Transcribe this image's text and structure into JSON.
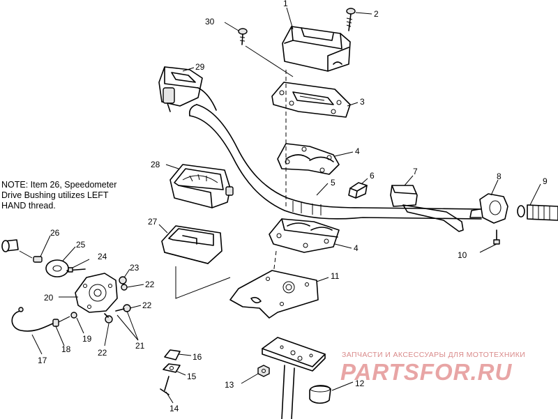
{
  "note": {
    "lines": [
      "NOTE: Item 26, Speedometer",
      "Drive Bushing utilizes LEFT",
      "HAND thread."
    ]
  },
  "watermark": {
    "tagline": "ЗАПЧАСТИ И АКСЕССУАРЫ ДЛЯ МОТОТЕХНИКИ",
    "brand": "PARTSFOR.RU",
    "color": "#e8a5a5"
  },
  "callouts": [
    {
      "id": "1",
      "text": "1"
    },
    {
      "id": "2",
      "text": "2"
    },
    {
      "id": "3",
      "text": "3"
    },
    {
      "id": "4a",
      "text": "4"
    },
    {
      "id": "4b",
      "text": "4"
    },
    {
      "id": "5",
      "text": "5"
    },
    {
      "id": "6",
      "text": "6"
    },
    {
      "id": "7",
      "text": "7"
    },
    {
      "id": "8",
      "text": "8"
    },
    {
      "id": "9",
      "text": "9"
    },
    {
      "id": "10",
      "text": "10"
    },
    {
      "id": "11",
      "text": "11"
    },
    {
      "id": "12",
      "text": "12"
    },
    {
      "id": "13",
      "text": "13"
    },
    {
      "id": "14",
      "text": "14"
    },
    {
      "id": "15",
      "text": "15"
    },
    {
      "id": "16",
      "text": "16"
    },
    {
      "id": "17",
      "text": "17"
    },
    {
      "id": "18",
      "text": "18"
    },
    {
      "id": "19",
      "text": "19"
    },
    {
      "id": "20",
      "text": "20"
    },
    {
      "id": "21",
      "text": "21"
    },
    {
      "id": "22a",
      "text": "22"
    },
    {
      "id": "22b",
      "text": "22"
    },
    {
      "id": "22c",
      "text": "22"
    },
    {
      "id": "23",
      "text": "23"
    },
    {
      "id": "24",
      "text": "24"
    },
    {
      "id": "25",
      "text": "25"
    },
    {
      "id": "26",
      "text": "26"
    },
    {
      "id": "27",
      "text": "27"
    },
    {
      "id": "28",
      "text": "28"
    },
    {
      "id": "29",
      "text": "29"
    },
    {
      "id": "30",
      "text": "30"
    }
  ]
}
